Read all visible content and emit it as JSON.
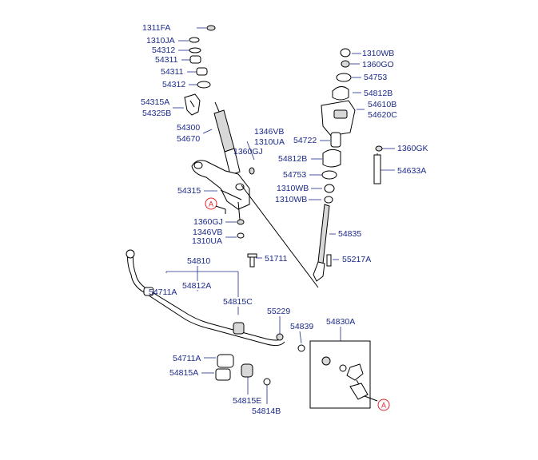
{
  "labels": {
    "p1311FA": "1311FA",
    "p1310JA": "1310JA",
    "p54312a": "54312",
    "p54311a": "54311",
    "p54311b": "54311",
    "p54312b": "54312",
    "p54315A": "54315A",
    "p54325B": "54325B",
    "p54300": "54300",
    "p54670": "54670",
    "p1346VBa": "1346VB",
    "p1310UAa": "1310UA",
    "p1360GJa": "1360GJ",
    "p54315": "54315",
    "p1360GJb": "1360GJ",
    "p1346VBb": "1346VB",
    "p1310UAb": "1310UA",
    "p1310WBa": "1310WB",
    "p1360GO": "1360GO",
    "p54753a": "54753",
    "p54812Ba": "54812B",
    "p54610B": "54610B",
    "p54620C": "54620C",
    "p54722": "54722",
    "p1360GK": "1360GK",
    "p54812Bb": "54812B",
    "p54633A": "54633A",
    "p54753b": "54753",
    "p1310WBb": "1310WB",
    "p1310WBc": "1310WB",
    "p54835": "54835",
    "p51711": "51711",
    "p55217A": "55217A",
    "p54810": "54810",
    "p54711Aa": "54711A",
    "p54812A": "54812A",
    "p54815C": "54815C",
    "p55229": "55229",
    "p54839": "54839",
    "p54830A": "54830A",
    "p54711Ab": "54711A",
    "p54815A": "54815A",
    "p54815E": "54815E",
    "p54814B": "54814B"
  },
  "callouts": {
    "a1": "A",
    "a2": "A"
  },
  "colors": {
    "label": "#1b2a8c",
    "callout": "#e8202a",
    "line": "#000000"
  }
}
